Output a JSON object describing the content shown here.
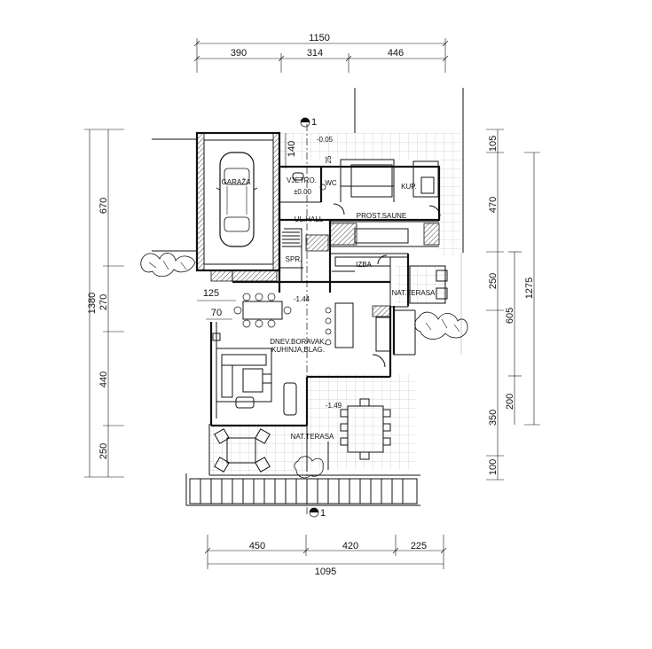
{
  "dimensions": {
    "top_total": "1150",
    "top_parts": [
      "390",
      "314",
      "446"
    ],
    "bottom_parts": [
      "450",
      "420",
      "225"
    ],
    "bottom_total": "1095",
    "left_total": "1380",
    "left_parts": [
      "670",
      "270",
      "440",
      "250"
    ],
    "right_outer": "1275",
    "right_mid": [
      "605",
      "200"
    ],
    "right_inner": [
      "105",
      "470",
      "250",
      "350",
      "100"
    ],
    "offsets": [
      "140",
      "25",
      "125",
      "70"
    ]
  },
  "levels": {
    "entry": "±0.00",
    "north": "-0.05",
    "living": "-1.44",
    "terrace": "-1.49"
  },
  "rooms": {
    "garage": "GARAŽA",
    "vjetro": "VJETRO.",
    "wc": "WC",
    "hall": "UL.HALL",
    "sauna": "PROST.SAUNE",
    "bath": "KUP.",
    "stor": "SPR.",
    "izba": "IZBA",
    "terrace_east": "NAT.TERASA",
    "living_1": "DNEV.BORAVAK,",
    "living_2": "KUHINJA,BLAG.",
    "terrace_south": "NAT.TERASA"
  },
  "section_marks": [
    "1",
    "1"
  ]
}
